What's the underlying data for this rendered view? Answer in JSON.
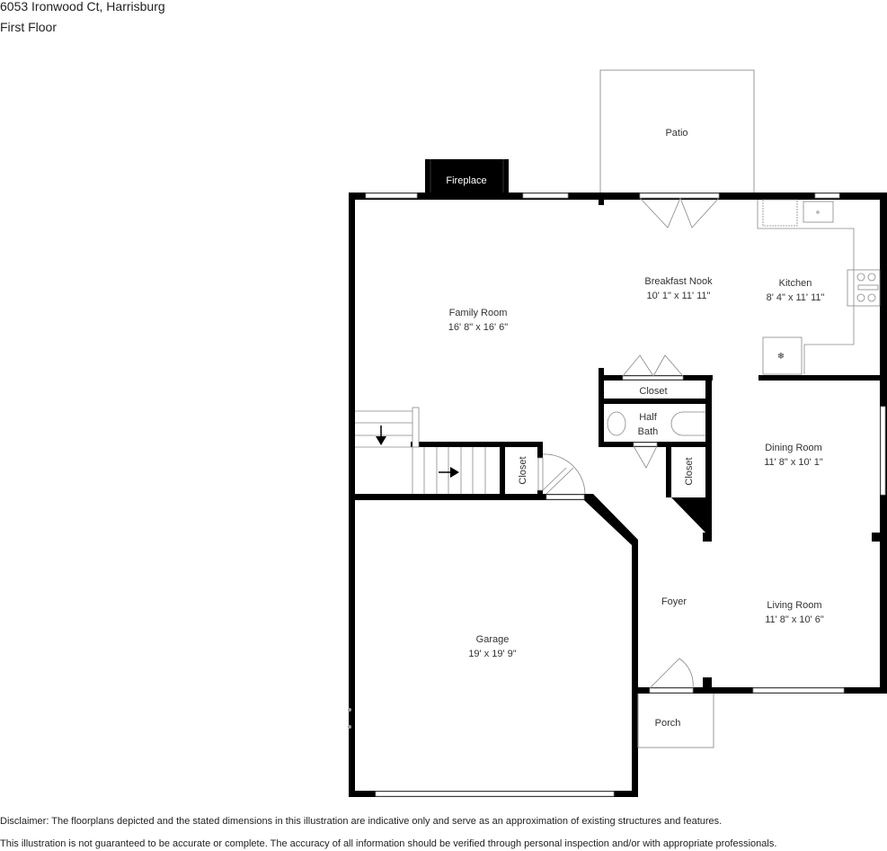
{
  "header": {
    "address": "6053 Ironwood Ct, Harrisburg",
    "floor": "First Floor"
  },
  "rooms": {
    "patio": {
      "name": "Patio"
    },
    "fireplace": {
      "name": "Fireplace"
    },
    "family_room": {
      "name": "Family Room",
      "dims": "16' 8\" x 16' 6\""
    },
    "breakfast_nook": {
      "name": "Breakfast Nook",
      "dims": "10' 1\" x 11' 11\""
    },
    "kitchen": {
      "name": "Kitchen",
      "dims": "8' 4\" x 11' 11\""
    },
    "closet_upper": {
      "name": "Closet"
    },
    "half_bath": {
      "name_line1": "Half",
      "name_line2": "Bath"
    },
    "closet_stair": {
      "name": "Closet"
    },
    "closet_right": {
      "name": "Closet"
    },
    "dining_room": {
      "name": "Dining Room",
      "dims": "11' 8\" x 10' 1\""
    },
    "foyer": {
      "name": "Foyer"
    },
    "living_room": {
      "name": "Living Room",
      "dims": "11' 8\" x 10' 6\""
    },
    "garage": {
      "name": "Garage",
      "dims": "19' x 19' 9\""
    },
    "porch": {
      "name": "Porch"
    }
  },
  "colors": {
    "wall": "#000000",
    "outline": "#999999",
    "background": "#ffffff"
  },
  "disclaimer": {
    "line1": "Disclaimer: The floorplans depicted and the stated dimensions in this illustration are indicative only and serve as an approximation of existing structures and features.",
    "line2": "This illustration is not guaranteed to be accurate or complete. The accuracy of all information should be verified through personal inspection and/or with appropriate professionals."
  }
}
